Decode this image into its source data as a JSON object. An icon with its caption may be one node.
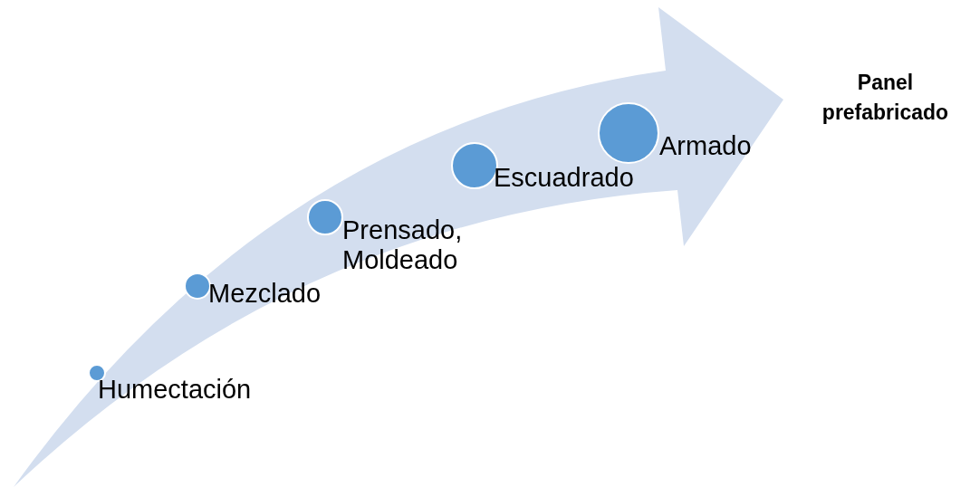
{
  "diagram": {
    "nodes": [
      {
        "text": [],
        "shape": "circle",
        "beside": [
          "Humectación"
        ]
      },
      {
        "text": [],
        "shape": "circle",
        "beside": [
          "Mezclado"
        ]
      },
      {
        "text": [],
        "shape": "circle",
        "beside": [
          "Prensado, Moldeado"
        ]
      },
      {
        "text": [],
        "shape": "circle",
        "beside": [
          "Escuadrado"
        ]
      },
      {
        "text": [],
        "shape": "circle",
        "beside": [
          "Armado"
        ]
      }
    ],
    "labels": [
      "Panel prefabricado"
    ]
  }
}
